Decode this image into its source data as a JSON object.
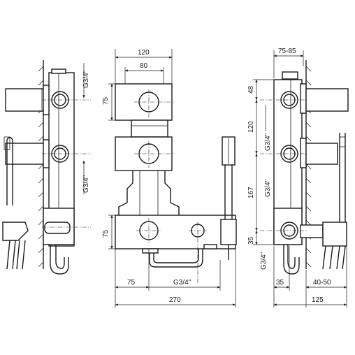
{
  "dimensions": {
    "top_overall_width": "120",
    "top_inner_width": "80",
    "front_upper_height": "75",
    "front_lower_height": "75",
    "bottom_left_offset": "75",
    "bottom_thread": "G3/4\"",
    "bottom_overall_width": "270",
    "left_thread_upper": "G3/4\"",
    "left_thread_lower": "G3/4\"",
    "right_depth_top": "75-85",
    "right_v_48": "48",
    "right_v_120": "120",
    "right_v_167": "167",
    "right_v_35": "35",
    "right_thread_upper": "G3/4\"",
    "right_thread_middle": "G3/4\"",
    "right_thread_lower": "G3/4\"",
    "right_bottom_35": "35",
    "right_bottom_4050": "40-50",
    "right_bottom_125": "125"
  }
}
